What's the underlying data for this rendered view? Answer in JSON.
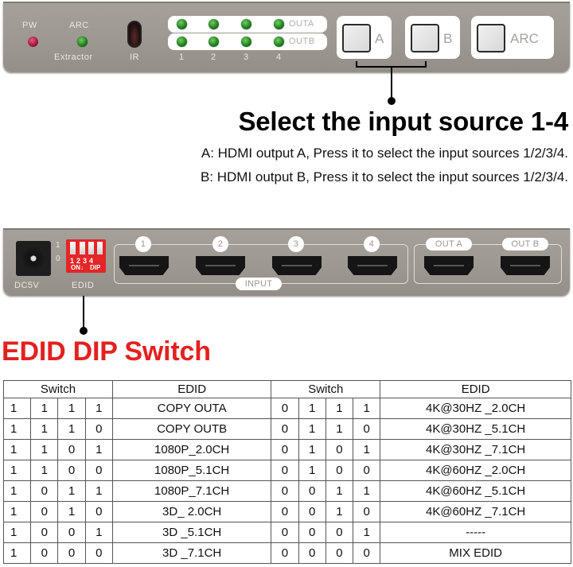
{
  "front_panel": {
    "indicators": [
      {
        "label": "PW",
        "color": "red"
      },
      {
        "label": "ARC",
        "sublabel": "Extractor",
        "color": "green"
      }
    ],
    "ir_label": "IR",
    "led_rows": [
      "OUTA",
      "OUTB"
    ],
    "led_columns": [
      "1",
      "2",
      "3",
      "4"
    ],
    "buttons": [
      {
        "label": "A"
      },
      {
        "label": "B"
      },
      {
        "label": "ARC"
      }
    ]
  },
  "headline": "Select the input source 1-4",
  "descriptions": [
    "A: HDMI output A, Press it to select the input sources 1/2/3/4.",
    "B: HDMI output B, Press it to select the input sources 1/2/3/4."
  ],
  "rear_panel": {
    "power_label": "DC5V",
    "dip_switch": {
      "label": "EDID",
      "side_labels": [
        "1",
        "0"
      ],
      "numbers": "1234",
      "on_label": "ON↓",
      "dip_label": "DIP"
    },
    "inputs": [
      "1",
      "2",
      "3",
      "4"
    ],
    "input_group_label": "INPUT",
    "outputs": [
      "OUT A",
      "OUT B"
    ]
  },
  "edid_title": "EDID DIP Switch",
  "colors": {
    "title_red": "#e3211f",
    "panel_gray": "#9c9891",
    "led_green": "#1f7a1c",
    "led_red": "#a1153a",
    "dip_red": "#e52527"
  },
  "table": {
    "headers": [
      "Switch",
      "EDID",
      "Switch",
      "EDID"
    ],
    "rows": [
      {
        "left_sw": [
          "1",
          "1",
          "1",
          "1"
        ],
        "left_edid": "COPY OUTA",
        "right_sw": [
          "0",
          "1",
          "1",
          "1"
        ],
        "right_edid": "4K@30HZ _2.0CH"
      },
      {
        "left_sw": [
          "1",
          "1",
          "1",
          "0"
        ],
        "left_edid": "COPY OUTB",
        "right_sw": [
          "0",
          "1",
          "1",
          "0"
        ],
        "right_edid": "4K@30HZ _5.1CH"
      },
      {
        "left_sw": [
          "1",
          "1",
          "0",
          "1"
        ],
        "left_edid": "1080P_2.0CH",
        "right_sw": [
          "0",
          "1",
          "0",
          "1"
        ],
        "right_edid": "4K@30HZ _7.1CH"
      },
      {
        "left_sw": [
          "1",
          "1",
          "0",
          "0"
        ],
        "left_edid": "1080P_5.1CH",
        "right_sw": [
          "0",
          "1",
          "0",
          "0"
        ],
        "right_edid": "4K@60HZ _2.0CH"
      },
      {
        "left_sw": [
          "1",
          "0",
          "1",
          "1"
        ],
        "left_edid": "1080P_7.1CH",
        "right_sw": [
          "0",
          "0",
          "1",
          "1"
        ],
        "right_edid": "4K@60HZ _5.1CH"
      },
      {
        "left_sw": [
          "1",
          "0",
          "1",
          "0"
        ],
        "left_edid": "3D_ 2.0CH",
        "right_sw": [
          "0",
          "0",
          "1",
          "0"
        ],
        "right_edid": "4K@60HZ _7.1CH"
      },
      {
        "left_sw": [
          "1",
          "0",
          "0",
          "1"
        ],
        "left_edid": "3D _5.1CH",
        "right_sw": [
          "0",
          "0",
          "0",
          "1"
        ],
        "right_edid": "-----"
      },
      {
        "left_sw": [
          "1",
          "0",
          "0",
          "0"
        ],
        "left_edid": "3D _7.1CH",
        "right_sw": [
          "0",
          "0",
          "0",
          "0"
        ],
        "right_edid": "MIX EDID"
      }
    ]
  }
}
